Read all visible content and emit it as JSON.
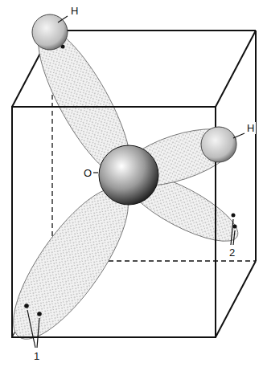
{
  "diagram": {
    "labels": [
      "H",
      "O",
      "H",
      "2",
      "1"
    ]
  }
}
